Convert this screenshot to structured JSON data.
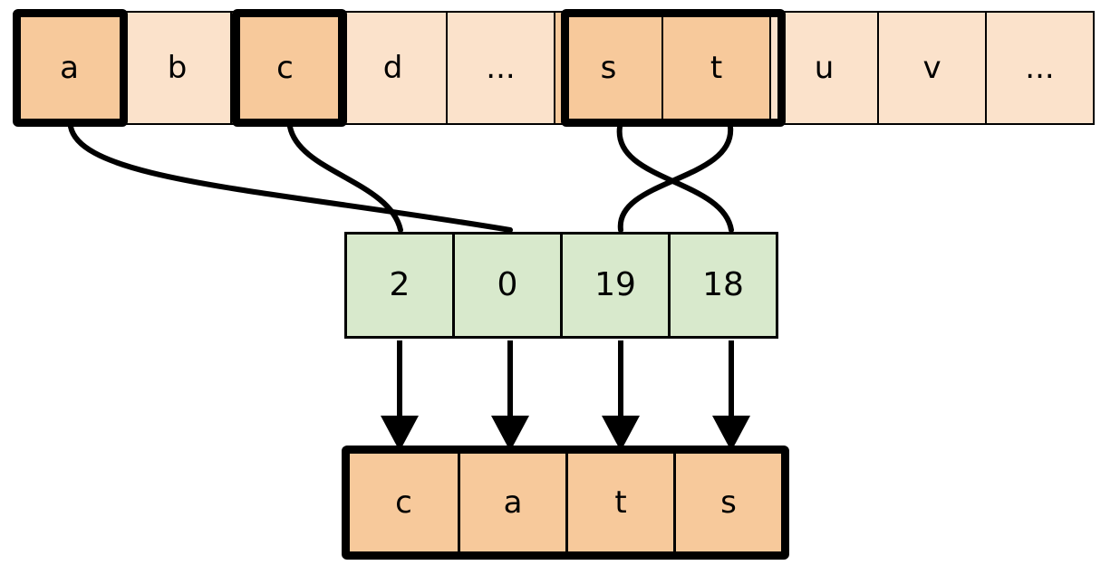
{
  "diagram": {
    "title": "Alphabet index lookup producing the word cats",
    "colors": {
      "cell_fill": "#FBE2CB",
      "cell_fill_highlight": "#F7C99B",
      "index_fill": "#D8E9CC",
      "output_fill": "#F7C99B",
      "stroke": "#000000",
      "background": "#FFFFFF"
    }
  },
  "alphabet_row": {
    "name": "alphabet-strip",
    "cells": [
      {
        "label": "a",
        "highlighted": true,
        "emphasized": true
      },
      {
        "label": "b",
        "highlighted": false,
        "emphasized": false
      },
      {
        "label": "c",
        "highlighted": true,
        "emphasized": true
      },
      {
        "label": "d",
        "highlighted": false,
        "emphasized": false
      },
      {
        "label": "...",
        "highlighted": false,
        "emphasized": false
      },
      {
        "label": "s",
        "highlighted": true,
        "emphasized": true
      },
      {
        "label": "t",
        "highlighted": true,
        "emphasized": true
      },
      {
        "label": "u",
        "highlighted": false,
        "emphasized": false
      },
      {
        "label": "v",
        "highlighted": false,
        "emphasized": false
      },
      {
        "label": "...",
        "highlighted": false,
        "emphasized": false
      }
    ]
  },
  "index_row": {
    "name": "index-array",
    "cells": [
      {
        "value": "2"
      },
      {
        "value": "0"
      },
      {
        "value": "19"
      },
      {
        "value": "18"
      }
    ]
  },
  "output_row": {
    "name": "output-word",
    "word": "cats",
    "cells": [
      {
        "label": "c"
      },
      {
        "label": "a"
      },
      {
        "label": "t"
      },
      {
        "label": "s"
      }
    ]
  },
  "connections": {
    "letter_to_index": [
      {
        "from_letter": "a",
        "to_index_value": "0",
        "style": "curve"
      },
      {
        "from_letter": "c",
        "to_index_value": "2",
        "style": "curve"
      },
      {
        "from_letter": "s",
        "to_index_value": "18",
        "style": "curve"
      },
      {
        "from_letter": "t",
        "to_index_value": "19",
        "style": "curve"
      }
    ],
    "index_to_output": [
      {
        "from_index_value": "2",
        "to_letter": "c",
        "style": "arrow"
      },
      {
        "from_index_value": "0",
        "to_letter": "a",
        "style": "arrow"
      },
      {
        "from_index_value": "19",
        "to_letter": "t",
        "style": "arrow"
      },
      {
        "from_index_value": "18",
        "to_letter": "s",
        "style": "arrow"
      }
    ]
  }
}
